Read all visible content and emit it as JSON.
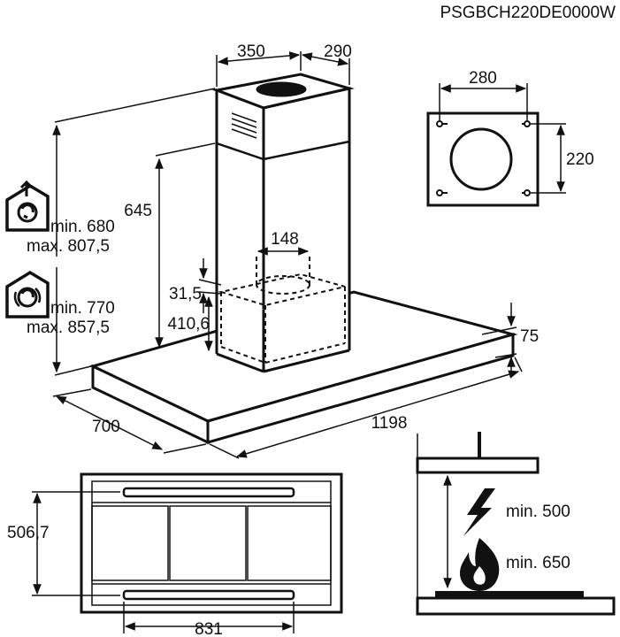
{
  "model_code": "PSGBCH220DE0000W",
  "hood": {
    "chimney_width": "350",
    "chimney_depth": "290",
    "height_range_label": "645",
    "duct_diameter": "148",
    "outlet_offset": "31,5",
    "min_height": "410,6",
    "canopy_thickness": "75",
    "canopy_depth": "700",
    "canopy_width": "1198"
  },
  "ceiling_bracket": {
    "width": "280",
    "height": "220"
  },
  "mounting_height": {
    "extraction": {
      "min": "min. 680",
      "max": "max. 807,5",
      "icon": "extraction-house-icon"
    },
    "recirculation": {
      "min": "min. 770",
      "max": "max. 857,5",
      "icon": "recirculation-house-icon"
    }
  },
  "bottom_view": {
    "depth": "506,7",
    "width": "831"
  },
  "clearance": {
    "electric": {
      "label": "min. 500",
      "icon": "lightning-icon"
    },
    "gas": {
      "label": "min. 650",
      "icon": "flame-icon"
    }
  }
}
